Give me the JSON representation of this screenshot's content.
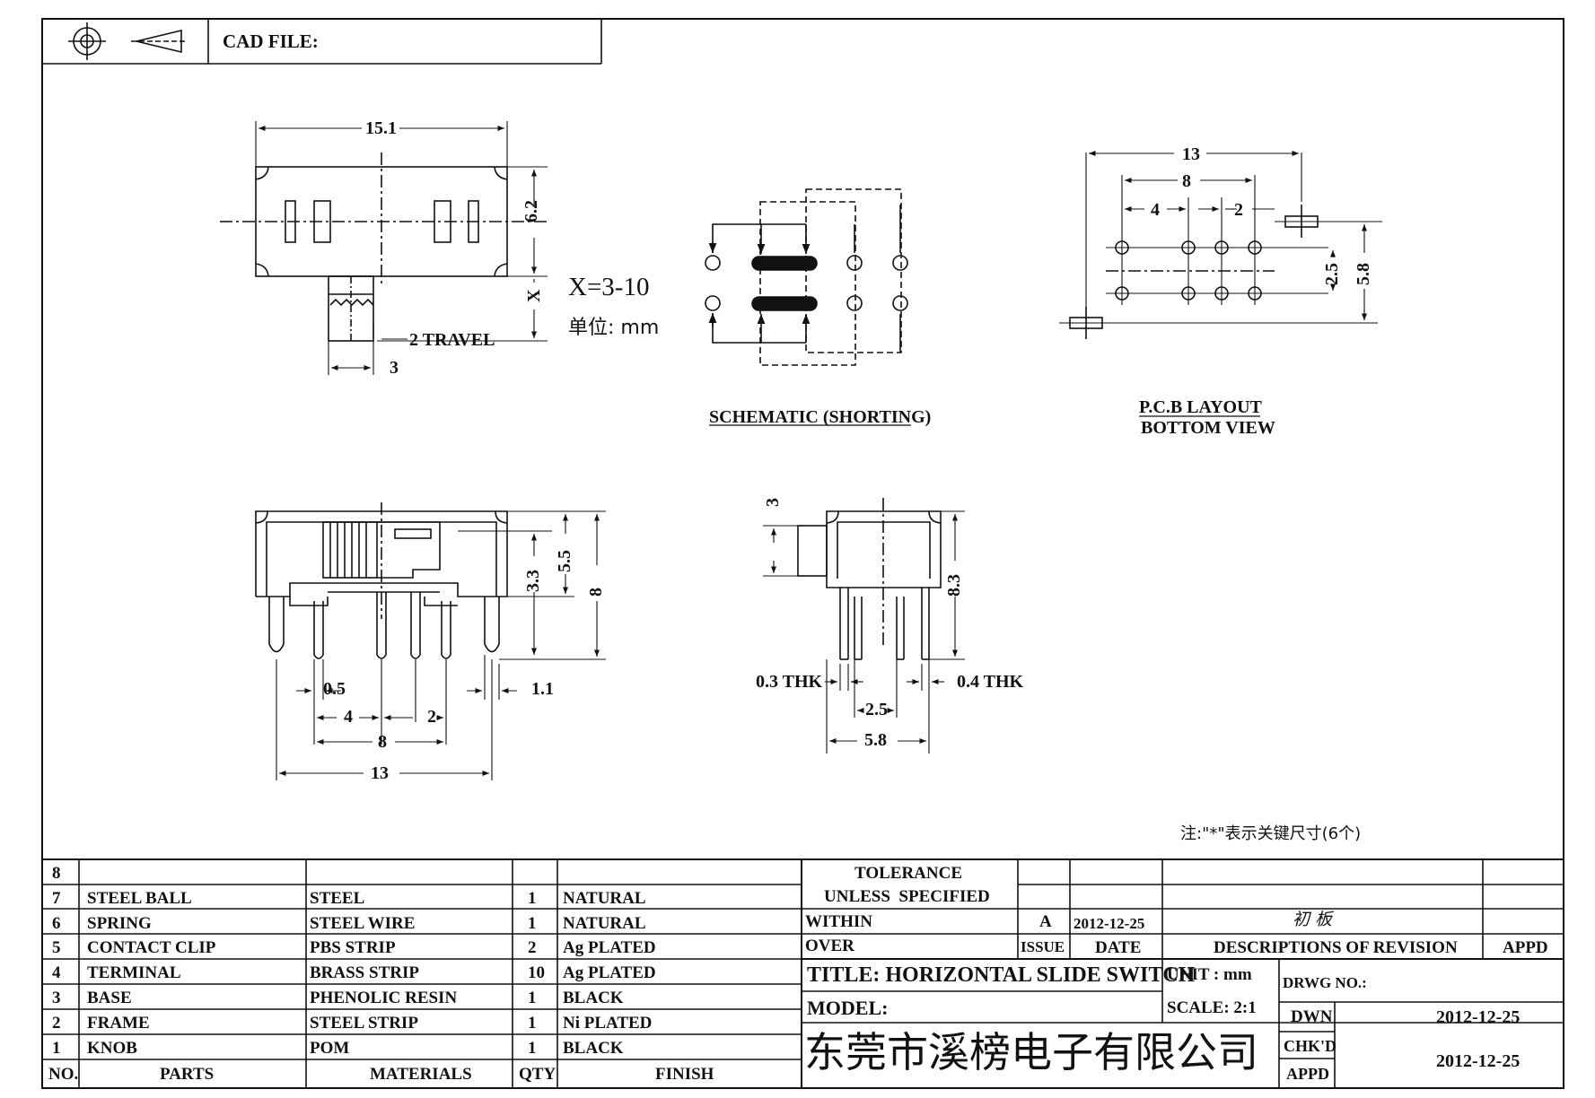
{
  "header": {
    "cad_file_label": "CAD FILE:",
    "projection_symbol": "first-angle-projection-icon"
  },
  "top_view": {
    "width": "15.1",
    "height": "6.2",
    "x_label": "X",
    "x_range": "X=3-10",
    "unit_note": "单位: mm",
    "travel": "2 TRAVEL",
    "knob_width": "3"
  },
  "schematic": {
    "caption": "SCHEMATIC (SHORTING)"
  },
  "pcb": {
    "caption_line1": "P.C.B LAYOUT",
    "caption_line2": "BOTTOM VIEW",
    "dim_13": "13",
    "dim_8": "8",
    "dim_4": "4",
    "dim_2": "2",
    "dim_2_5": "2.5",
    "dim_5_8": "5.8"
  },
  "front_view": {
    "dim_3_3": "3.3",
    "dim_5_5": "5.5",
    "dim_8": "8",
    "dim_0_5": "0.5",
    "dim_4": "4",
    "dim_2": "2",
    "dim_8b": "8",
    "dim_13": "13",
    "dim_1_1": "1.1"
  },
  "side_view": {
    "dim_3": "3",
    "dim_8_3": "8.3",
    "thk_left": "0.3 THK",
    "thk_right": "0.4 THK",
    "dim_2_5": "2.5",
    "dim_5_8": "5.8"
  },
  "note": "注:\"*\"表示关键尺寸(6个)",
  "bom": {
    "header": {
      "no": "NO.",
      "parts": "PARTS",
      "materials": "MATERIALS",
      "qty": "QTY",
      "finish": "FINISH"
    },
    "rows": [
      {
        "no": "8",
        "part": "",
        "material": "",
        "qty": "",
        "finish": ""
      },
      {
        "no": "7",
        "part": "STEEL BALL",
        "material": "STEEL",
        "qty": "1",
        "finish": "NATURAL"
      },
      {
        "no": "6",
        "part": "SPRING",
        "material": "STEEL WIRE",
        "qty": "1",
        "finish": "NATURAL"
      },
      {
        "no": "5",
        "part": "CONTACT CLIP",
        "material": "PBS STRIP",
        "qty": "2",
        "finish": "Ag PLATED"
      },
      {
        "no": "4",
        "part": "TERMINAL",
        "material": "BRASS STRIP",
        "qty": "10",
        "finish": "Ag PLATED"
      },
      {
        "no": "3",
        "part": "BASE",
        "material": "PHENOLIC RESIN",
        "qty": "1",
        "finish": "BLACK"
      },
      {
        "no": "2",
        "part": "FRAME",
        "material": "STEEL STRIP",
        "qty": "1",
        "finish": "Ni PLATED"
      },
      {
        "no": "1",
        "part": "KNOB",
        "material": "POM",
        "qty": "1",
        "finish": "BLACK"
      }
    ]
  },
  "title_block": {
    "tolerance": "TOLERANCE",
    "unless_specified": "UNLESS  SPECIFIED",
    "within": "WITHIN",
    "over": "OVER",
    "issue_value": "A",
    "issue_date": "2012-12-25",
    "revision_desc": "初 板",
    "issue_label": "ISSUE",
    "date_label": "DATE",
    "descriptions_label": "DESCRIPTIONS OF REVISION",
    "appd_label": "APPD",
    "title": "TITLE: HORIZONTAL SLIDE SWITCH",
    "unit": "UNIT : mm",
    "drwg_no": "DRWG NO.:",
    "model": "MODEL:",
    "scale": "SCALE: 2:1",
    "company": "东莞市溪榜电子有限公司",
    "dwn": "DWN",
    "dwn_date": "2012-12-25",
    "chkd": "CHK'D",
    "appd": "APPD",
    "chk_date": "2012-12-25"
  }
}
